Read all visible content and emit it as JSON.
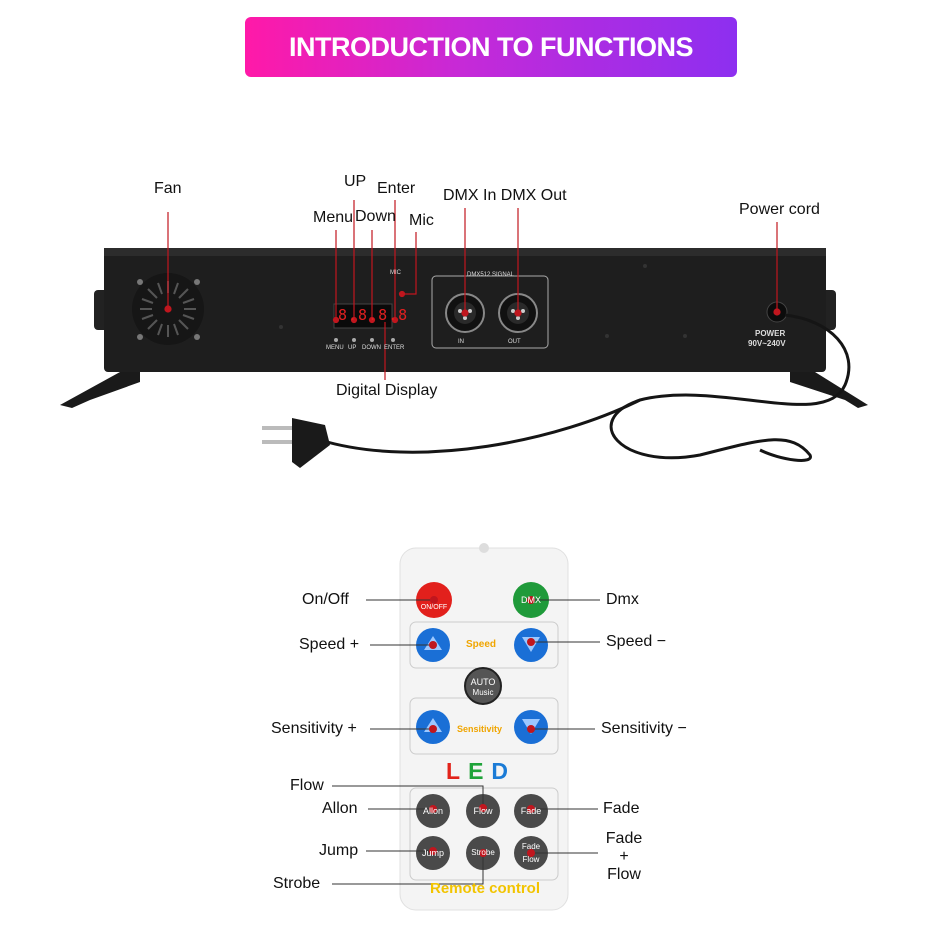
{
  "banner": {
    "title": "INTRODUCTION TO FUNCTIONS"
  },
  "device_labels": {
    "fan": "Fan",
    "up": "UP",
    "enter": "Enter",
    "menu": "Menu",
    "down": "Down",
    "mic": "Mic",
    "dmx": "DMX In DMX Out",
    "power_cord": "Power cord",
    "digital_display": "Digital Display"
  },
  "device_panel": {
    "mic": "MIC",
    "dmx_signal": "DMX512 SIGNAL",
    "in": "IN",
    "out": "OUT",
    "menu": "MENU",
    "up": "UP",
    "down": "DOWN",
    "enter": "ENTER",
    "power": "POWER",
    "voltage": "90V~240V",
    "display": "8.8.8.8"
  },
  "remote_labels": {
    "on_off": "On/Off",
    "dmx": "Dmx",
    "speed_plus": "Speed +",
    "speed_minus": "Speed −",
    "sensitivity_plus": "Sensitivity +",
    "sensitivity_minus": "Sensitivity −",
    "flow": "Flow",
    "allon": "Allon",
    "fade": "Fade",
    "jump": "Jump",
    "fade_flow_1": "Fade",
    "fade_flow_2": "+",
    "fade_flow_3": "Flow",
    "strobe": "Strobe"
  },
  "remote_buttons": {
    "on_off": "ON/OFF",
    "dmx": "DMX",
    "speed": "Speed",
    "auto_1": "AUTO",
    "auto_2": "Music",
    "sensitivity": "Sensitivity",
    "allon": "Allon",
    "flow": "Flow",
    "fade": "Fade",
    "jump": "Jump",
    "strobe": "Strobe",
    "fade_flow_1": "Fade",
    "fade_flow_2": "Flow",
    "led_l": "L",
    "led_e": "E",
    "led_d": "D",
    "remote_control": "Remote control"
  },
  "colors": {
    "banner_start": "#ff19a8",
    "banner_end": "#8d2ff0",
    "pointer": "#c0161e",
    "button_blue": "#1a6fd6",
    "button_red": "#e2201c",
    "button_green": "#1f9a3a",
    "led_l": "#e2231a",
    "led_e": "#1fa339",
    "led_d": "#1b7bd6"
  }
}
